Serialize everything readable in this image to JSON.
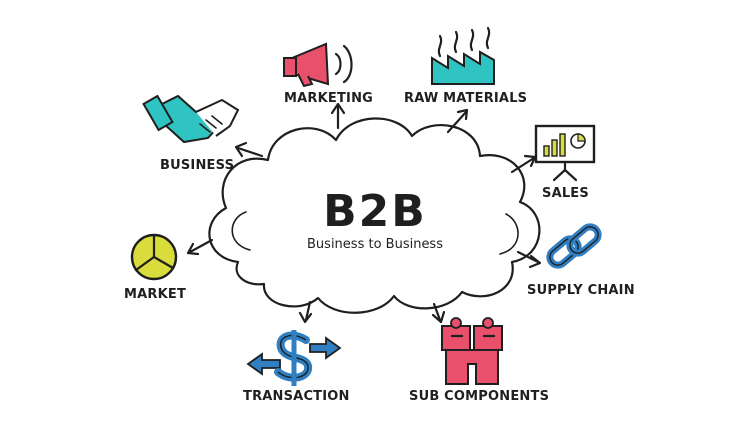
{
  "diagram": {
    "title": "B2B",
    "subtitle": "Business to Business",
    "nodes": {
      "marketing": "MARKETING",
      "raw_materials": "RAW MATERIALS",
      "business": "BUSINESS",
      "sales": "SALES",
      "market": "MARKET",
      "supply_chain": "SUPPLY CHAIN",
      "transaction": "TRANSACTION",
      "sub_components": "SUB COMPONENTS"
    }
  },
  "colors": {
    "pink": "#e8506b",
    "teal": "#2fc4c2",
    "yellow": "#d9dc3a",
    "blue": "#2f7fc2",
    "ink": "#1f1f1f"
  },
  "icons": {
    "marketing": "megaphone-icon",
    "raw_materials": "factory-icon",
    "business": "handshake-icon",
    "sales": "presentation-board-icon",
    "market": "pie-chart-icon",
    "supply_chain": "chain-link-icon",
    "transaction": "dollar-arrows-icon",
    "sub_components": "puzzle-pieces-icon"
  }
}
